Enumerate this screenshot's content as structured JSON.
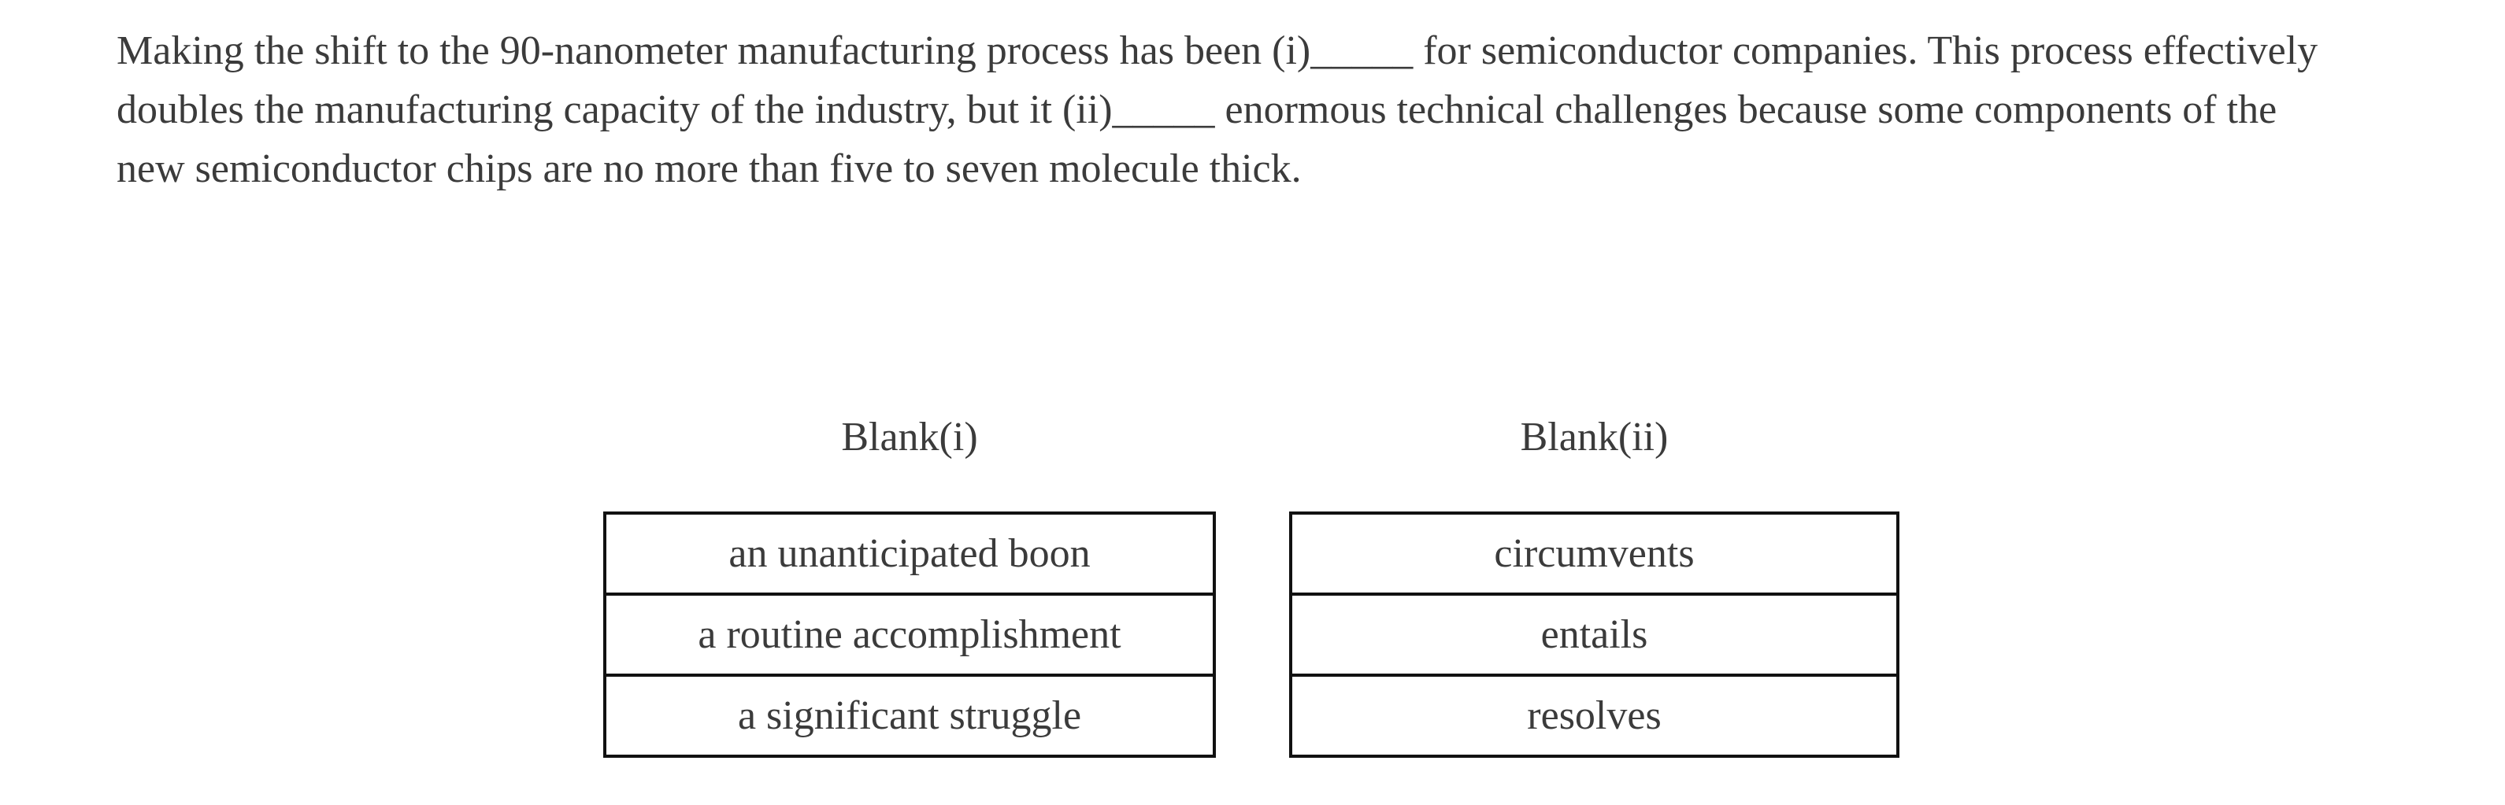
{
  "question": {
    "passage_lines": [
      "Making the shift to the 90-nanometer manufacturing process has been (i)_____ for semiconductor companies. This process effectively",
      "doubles the manufacturing capacity of the industry, but it (ii)_____ enormous technical challenges because some components of the",
      "new semiconductor chips are no more than five to seven molecule thick."
    ]
  },
  "blanks": [
    {
      "label": "Blank(i)",
      "options": [
        "an unanticipated boon",
        "a routine accomplishment",
        "a significant struggle"
      ]
    },
    {
      "label": "Blank(ii)",
      "options": [
        "circumvents",
        "entails",
        "resolves"
      ]
    }
  ],
  "colors": {
    "text": "#3b3b3b",
    "table_border": "#111111",
    "background": "#ffffff"
  }
}
